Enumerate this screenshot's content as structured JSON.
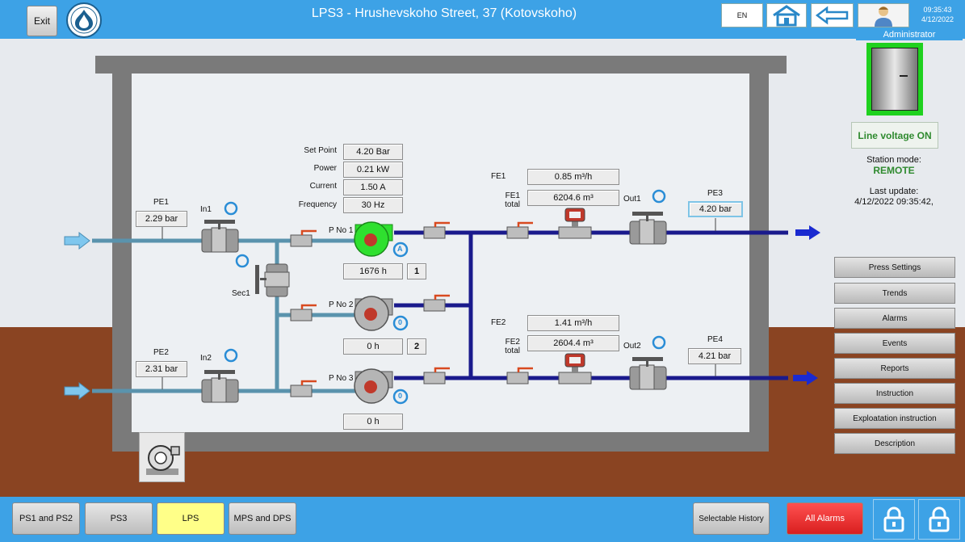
{
  "header": {
    "exit_label": "Exit",
    "title": "LPS3 - Hrushevskoho Street, 37 (Kotovskoho)",
    "lang": "EN",
    "time": "09:35:43",
    "date": "4/12/2022",
    "role": "Administrator"
  },
  "setpoints": {
    "set_point_label": "Set Point",
    "set_point": "4.20 Bar",
    "power_label": "Power",
    "power": "0.21 kW",
    "current_label": "Current",
    "current": "1.50 A",
    "frequency_label": "Frequency",
    "frequency": "30 Hz"
  },
  "sensors": {
    "pe1_label": "PE1",
    "pe1": "2.29 bar",
    "pe2_label": "PE2",
    "pe2": "2.31 bar",
    "pe3_label": "PE3",
    "pe3": "4.20 bar",
    "pe4_label": "PE4",
    "pe4": "4.21 bar",
    "fe1_label": "FE1",
    "fe1": "0.85 m³/h",
    "fe1_total_label": "FE1\ntotal",
    "fe1_total": "6204.6 m³",
    "fe2_label": "FE2",
    "fe2": "1.41 m³/h",
    "fe2_total_label": "FE2\ntotal",
    "fe2_total": "2604.4 m³"
  },
  "valves": {
    "in1": "In1",
    "in2": "In2",
    "sec1": "Sec1",
    "out1": "Out1",
    "out2": "Out2"
  },
  "pumps": [
    {
      "label": "P No 1",
      "hours": "1676 h",
      "index": "1",
      "mode": "A"
    },
    {
      "label": "P No 2",
      "hours": "0 h",
      "index": "2",
      "mode": "0"
    },
    {
      "label": "P No 3",
      "hours": "0 h",
      "index": "",
      "mode": "0"
    }
  ],
  "status": {
    "line_voltage": "Line voltage ON",
    "station_mode_label": "Station mode:",
    "station_mode": "REMOTE",
    "last_update_label": "Last update:",
    "last_update": "4/12/2022 09:35:42,"
  },
  "side_menu": [
    "Press Settings",
    "Trends",
    "Alarms",
    "Events",
    "Reports",
    "Instruction",
    "Exploatation instruction",
    "Description"
  ],
  "footer": {
    "tabs": [
      "PS1 and PS2",
      "PS3",
      "LPS",
      "MPS and DPS"
    ],
    "active_tab": "LPS",
    "history": "Selectable History",
    "alarms": "All Alarms"
  },
  "colors": {
    "header": "#3da2e6",
    "ground": "#8a4422",
    "pipe_in": "#5a93ad",
    "pipe_out": "#1a1a8c",
    "running": "#2fe02f",
    "alarm": "#e02a2a"
  }
}
